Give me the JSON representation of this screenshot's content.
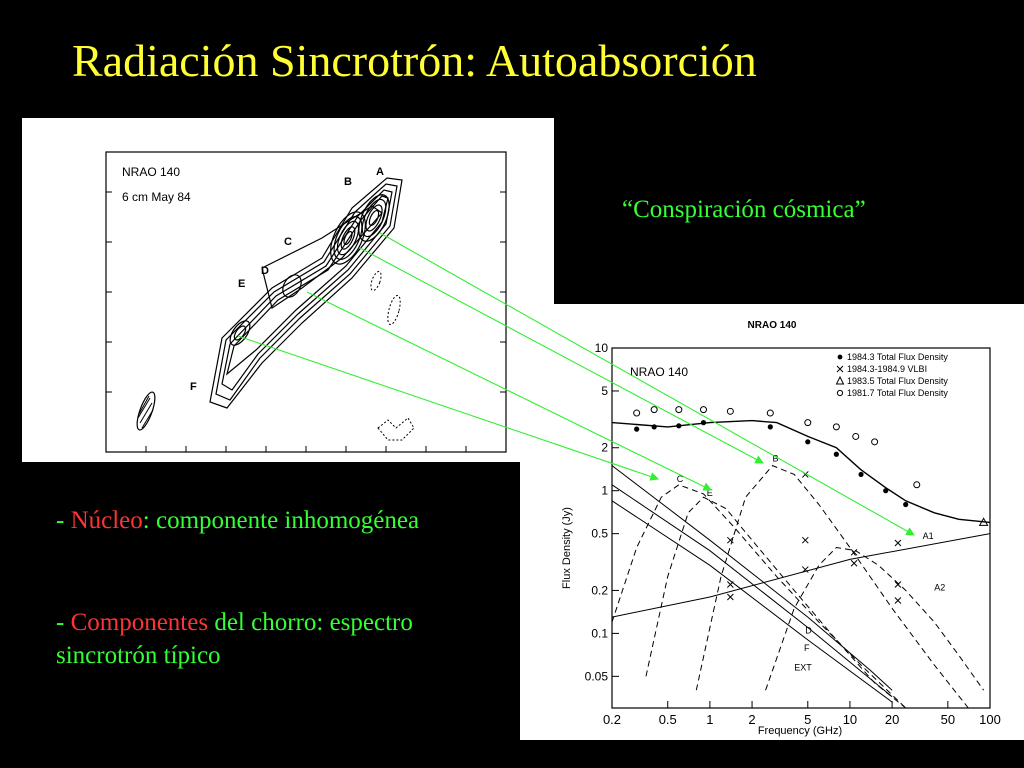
{
  "slide": {
    "title": "Radiación Sincrotrón: Autoabsorción",
    "quote": "“Conspiración cósmica”",
    "bullets": [
      {
        "dash": "- ",
        "highlight": "Núcleo",
        "sep": ": ",
        "text": "componente inhomogénea"
      },
      {
        "dash": "- ",
        "highlight": "Componentes",
        "sep": " ",
        "text": "del chorro: espectro sincrotrón típico"
      }
    ]
  },
  "map": {
    "label_source": "NRAO 140",
    "label_band": "6 cm  May 84",
    "components": [
      "A",
      "B",
      "C",
      "D",
      "E",
      "F"
    ]
  },
  "chart_data": {
    "type": "line",
    "title": "NRAO 140",
    "inset_label": "NRAO 140",
    "xlabel": "Frequency (GHz)",
    "ylabel": "Flux Density  (Jy)",
    "xscale": "log",
    "yscale": "log",
    "xlim": [
      0.2,
      100
    ],
    "ylim": [
      0.03,
      10
    ],
    "x_ticks": [
      "0.2",
      "0.5",
      "1",
      "2",
      "5",
      "10",
      "20",
      "50",
      "100"
    ],
    "y_ticks": [
      "10",
      "5",
      "2",
      "1",
      "0.5",
      "0.2",
      "0.1",
      "0.05"
    ],
    "legend": [
      {
        "marker": "dot",
        "label": "1984.3 Total Flux Density"
      },
      {
        "marker": "x",
        "label": "1984.3-1984.9 VLBI"
      },
      {
        "marker": "triangle",
        "label": "1983.5 Total Flux Density"
      },
      {
        "marker": "circle",
        "label": "1981.7 Total Flux Density"
      }
    ],
    "legend_position": "top-right",
    "observations": {
      "total_1984_3": [
        [
          0.3,
          2.7
        ],
        [
          0.4,
          2.8
        ],
        [
          0.6,
          2.85
        ],
        [
          0.9,
          3.0
        ],
        [
          2.7,
          2.8
        ],
        [
          5,
          2.2
        ],
        [
          8,
          1.8
        ],
        [
          12,
          1.3
        ],
        [
          18,
          1.0
        ],
        [
          25,
          0.8
        ]
      ],
      "vlbi_1984": [
        [
          4.8,
          1.3
        ],
        [
          4.8,
          0.45
        ],
        [
          4.8,
          0.28
        ],
        [
          1.4,
          0.45
        ],
        [
          1.4,
          0.18
        ],
        [
          1.4,
          0.22
        ],
        [
          10.7,
          0.37
        ],
        [
          10.7,
          0.31
        ],
        [
          22,
          0.43
        ],
        [
          22,
          0.22
        ],
        [
          22,
          0.17
        ]
      ],
      "total_1983_5": [
        [
          90,
          0.6
        ]
      ],
      "total_1981_7": [
        [
          0.3,
          3.5
        ],
        [
          0.4,
          3.7
        ],
        [
          0.6,
          3.7
        ],
        [
          0.9,
          3.7
        ],
        [
          1.4,
          3.6
        ],
        [
          2.7,
          3.5
        ],
        [
          5,
          3.0
        ],
        [
          8,
          2.8
        ],
        [
          11,
          2.4
        ],
        [
          15,
          2.2
        ],
        [
          30,
          1.1
        ]
      ]
    },
    "series": [
      {
        "name": "total",
        "style": "solid",
        "points": [
          [
            0.2,
            3.0
          ],
          [
            0.5,
            2.8
          ],
          [
            1,
            3.0
          ],
          [
            2,
            3.1
          ],
          [
            3,
            3.0
          ],
          [
            5,
            2.4
          ],
          [
            8,
            2.0
          ],
          [
            12,
            1.4
          ],
          [
            18,
            1.05
          ],
          [
            25,
            0.85
          ],
          [
            40,
            0.7
          ],
          [
            60,
            0.63
          ],
          [
            100,
            0.6
          ]
        ]
      },
      {
        "name": "C",
        "style": "dashed",
        "points": [
          [
            0.2,
            0.12
          ],
          [
            0.3,
            0.4
          ],
          [
            0.45,
            0.9
          ],
          [
            0.6,
            1.1
          ],
          [
            0.9,
            0.95
          ],
          [
            1.5,
            0.55
          ],
          [
            3,
            0.25
          ],
          [
            6,
            0.12
          ],
          [
            12,
            0.06
          ],
          [
            25,
            0.03
          ]
        ]
      },
      {
        "name": "E",
        "style": "dashed",
        "points": [
          [
            0.35,
            0.05
          ],
          [
            0.5,
            0.25
          ],
          [
            0.7,
            0.7
          ],
          [
            0.9,
            0.9
          ],
          [
            1.3,
            0.75
          ],
          [
            2,
            0.45
          ],
          [
            4,
            0.2
          ],
          [
            8,
            0.09
          ],
          [
            15,
            0.045
          ],
          [
            25,
            0.03
          ]
        ]
      },
      {
        "name": "B",
        "style": "dashed",
        "points": [
          [
            0.8,
            0.04
          ],
          [
            1.2,
            0.25
          ],
          [
            1.8,
            0.9
          ],
          [
            2.8,
            1.5
          ],
          [
            4,
            1.3
          ],
          [
            6,
            0.8
          ],
          [
            10,
            0.4
          ],
          [
            20,
            0.15
          ],
          [
            40,
            0.06
          ],
          [
            70,
            0.03
          ]
        ]
      },
      {
        "name": "A2",
        "style": "dashed",
        "points": [
          [
            2.5,
            0.04
          ],
          [
            4,
            0.15
          ],
          [
            6,
            0.3
          ],
          [
            8,
            0.4
          ],
          [
            11,
            0.38
          ],
          [
            16,
            0.3
          ],
          [
            25,
            0.2
          ],
          [
            40,
            0.12
          ],
          [
            60,
            0.07
          ],
          [
            90,
            0.04
          ]
        ]
      },
      {
        "name": "A1",
        "style": "solid",
        "points": [
          [
            0.2,
            0.13
          ],
          [
            1,
            0.18
          ],
          [
            10,
            0.33
          ],
          [
            100,
            0.5
          ]
        ]
      },
      {
        "name": "D",
        "style": "solid",
        "points": [
          [
            0.2,
            0.85
          ],
          [
            1,
            0.3
          ],
          [
            5,
            0.09
          ],
          [
            20,
            0.033
          ]
        ]
      },
      {
        "name": "F",
        "style": "solid",
        "points": [
          [
            0.2,
            1.1
          ],
          [
            1,
            0.38
          ],
          [
            5,
            0.11
          ],
          [
            20,
            0.036
          ]
        ]
      },
      {
        "name": "EXT",
        "style": "solid",
        "points": [
          [
            0.2,
            1.5
          ],
          [
            1,
            0.45
          ],
          [
            5,
            0.13
          ],
          [
            14,
            0.055
          ],
          [
            20,
            0.04
          ]
        ]
      }
    ],
    "curve_labels": [
      "C",
      "E",
      "B",
      "A1",
      "A2",
      "D",
      "F",
      "EXT"
    ]
  },
  "colors": {
    "background": "#000000",
    "title": "#ffff33",
    "text": "#33ff33",
    "highlight": "#ff3333",
    "arrows": "#33ee33"
  }
}
